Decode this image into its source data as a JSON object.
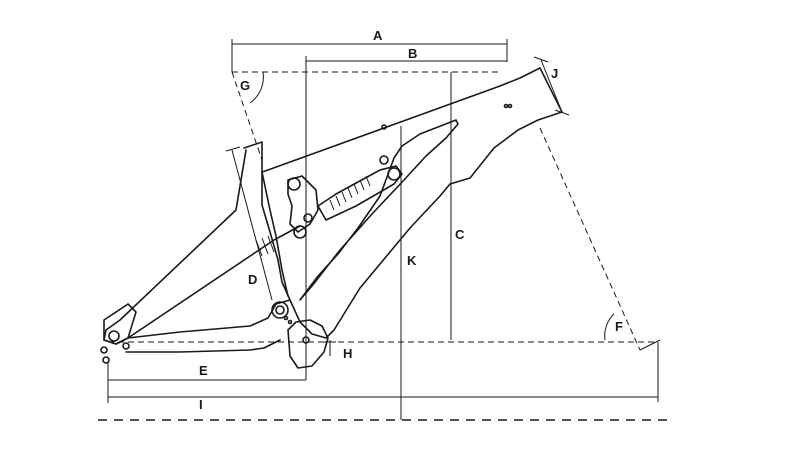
{
  "labels": {
    "a": "A",
    "b": "B",
    "c": "C",
    "d": "D",
    "e": "E",
    "f": "F",
    "g": "G",
    "h": "H",
    "i": "I",
    "j": "J",
    "k": "K"
  }
}
